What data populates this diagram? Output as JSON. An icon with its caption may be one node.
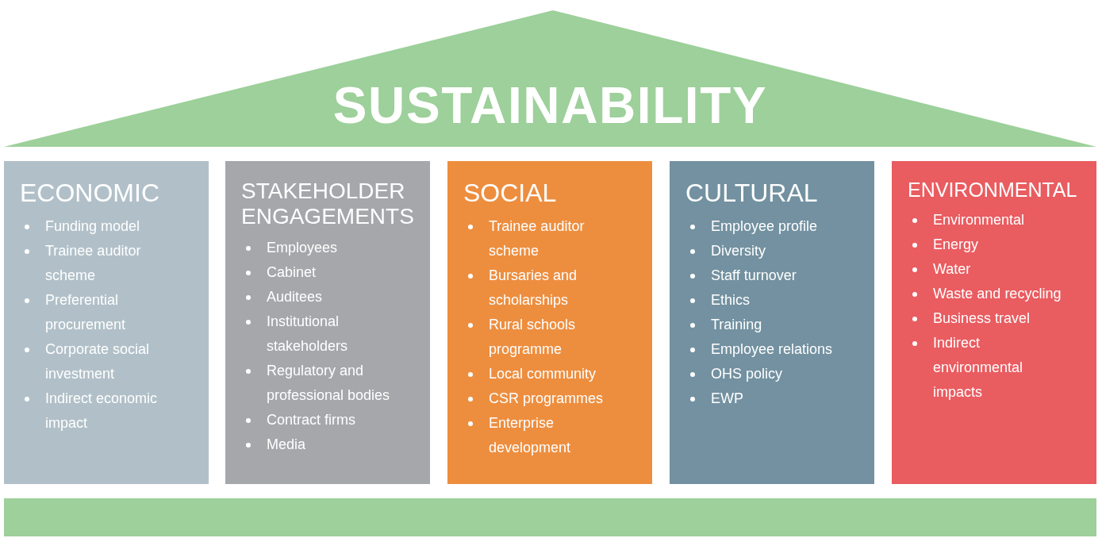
{
  "diagram": {
    "nodes": [
      {
        "text": [
          "SUSTAINABILITY"
        ]
      },
      {
        "text": [
          "ECONOMIC",
          "Funding model",
          "Trainee auditor scheme",
          "Preferential procurement",
          "Corporate social investment",
          "Indirect economic impact"
        ]
      },
      {
        "text": [
          "STAKEHOLDER ENGAGEMENTS",
          "Employees",
          "Cabinet",
          "Auditees",
          "Institutional stakeholders",
          "Regulatory and professional bodies",
          "Contract firms",
          "Media"
        ]
      },
      {
        "text": [
          "SOCIAL",
          "Trainee auditor scheme",
          "Bursaries and scholarships",
          "Rural schools programme",
          "Local community",
          "CSR programmes",
          "Enterprise development"
        ]
      },
      {
        "text": [
          "CULTURAL",
          "Employee profile",
          "Diversity",
          "Staff turnover",
          "Ethics",
          "Training",
          "Employee relations",
          "OHS policy",
          "EWP"
        ]
      },
      {
        "text": [
          "ENVIRONMENTAL",
          "Environmental",
          "Energy",
          "Water",
          "Waste and recycling",
          "Business travel",
          "Indirect environmental impacts"
        ]
      },
      {
        "text": [],
        "shape": "bar"
      }
    ]
  }
}
